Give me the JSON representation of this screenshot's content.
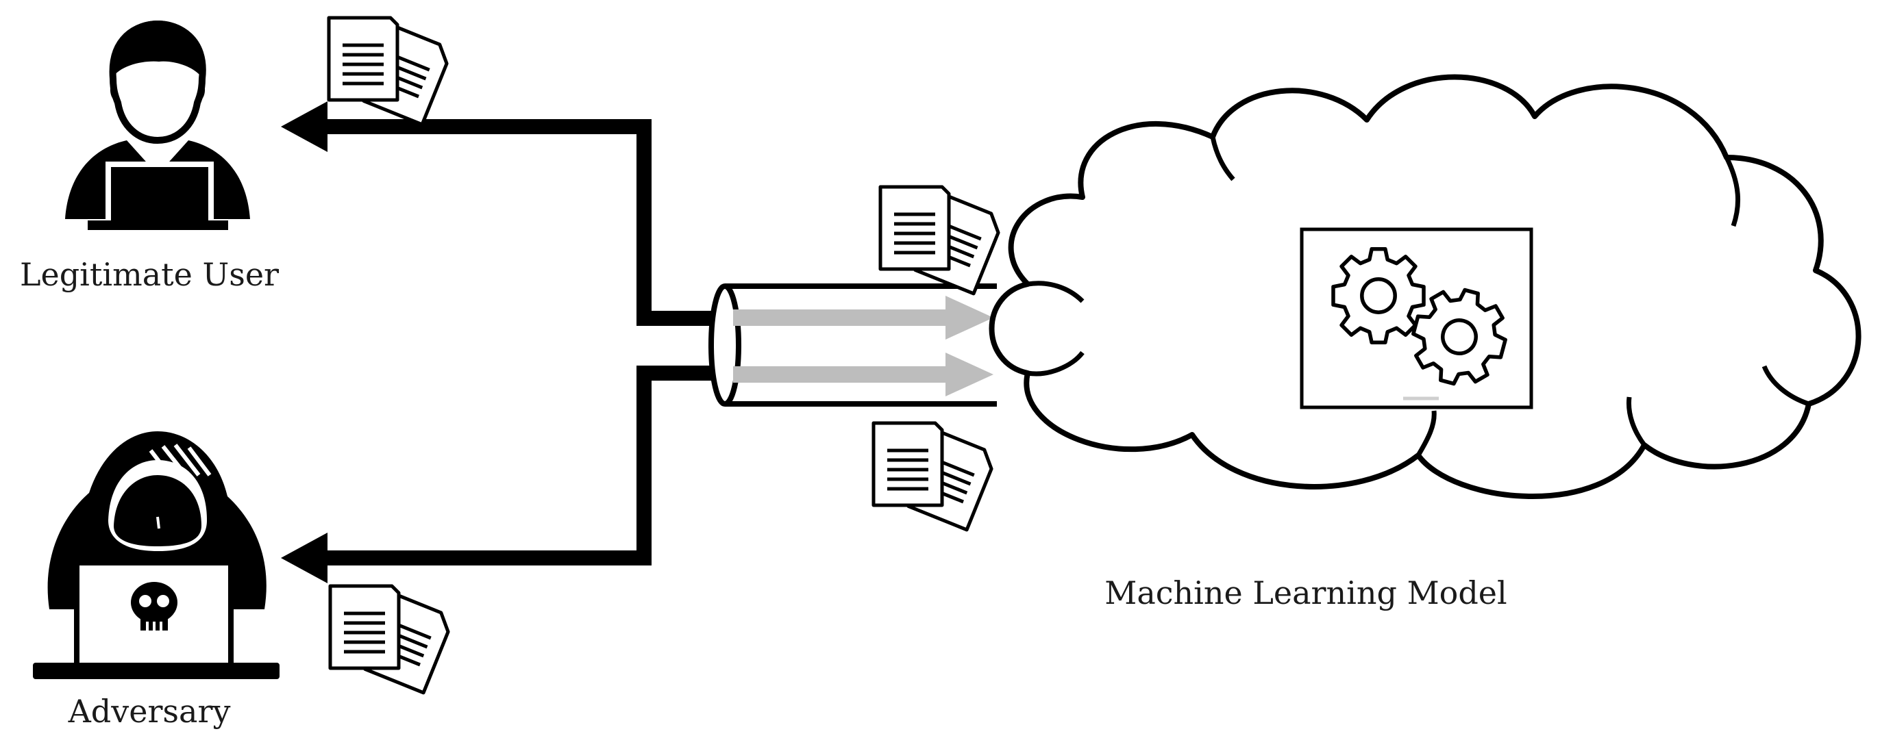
{
  "labels": {
    "legitimate_user": "Legitimate User",
    "adversary": "Adversary",
    "model": "Machine Learning Model"
  },
  "colors": {
    "stroke": "#000000",
    "flow_arrow": "#bdbdbd",
    "background": "#ffffff"
  },
  "icons": {
    "user": "user-laptop-icon",
    "adversary": "hooded-hacker-icon",
    "skull": "skull-icon",
    "documents": "document-stack-icon",
    "gears": "gears-icon",
    "cloud": "cloud-icon"
  }
}
